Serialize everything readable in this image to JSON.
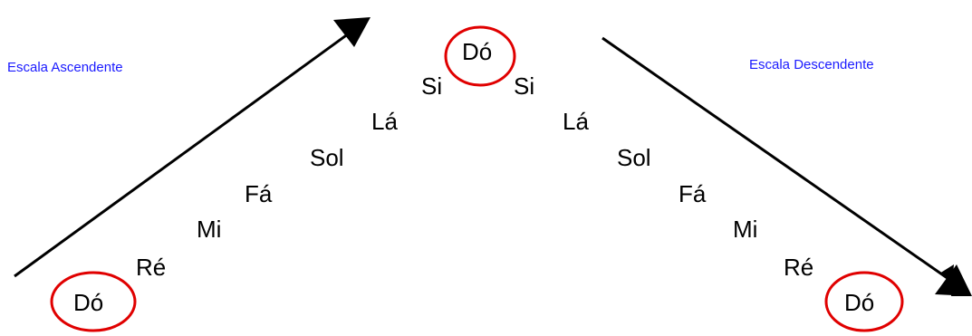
{
  "labels": {
    "ascending": "Escala Ascendente",
    "descending": "Escala Descendente"
  },
  "ascending_notes": [
    "Dó",
    "Ré",
    "Mi",
    "Fá",
    "Sol",
    "Lá",
    "Si"
  ],
  "top_note": "Dó",
  "descending_notes": [
    "Si",
    "Lá",
    "Sol",
    "Fá",
    "Mi",
    "Ré",
    "Dó"
  ],
  "colors": {
    "label_text": "#1a1aff",
    "circle": "#e00000",
    "arrow": "#000000",
    "note_text": "#000000"
  },
  "icons": {
    "ascending_arrow": "arrow-up-right-icon",
    "descending_arrow": "arrow-down-right-icon",
    "circle_marker": "circle-highlight-icon"
  }
}
